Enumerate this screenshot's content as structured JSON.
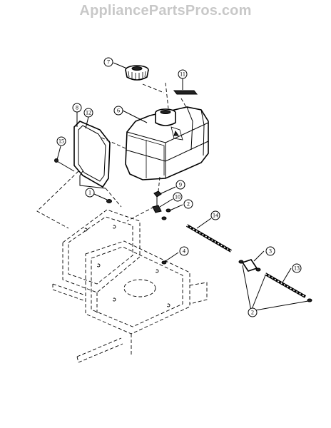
{
  "watermark": "AppliancePartsPros.com",
  "callouts": [
    {
      "label": "7"
    },
    {
      "label": "11"
    },
    {
      "label": "8"
    },
    {
      "label": "12"
    },
    {
      "label": "6"
    },
    {
      "label": "15"
    },
    {
      "label": "9"
    },
    {
      "label": "10"
    },
    {
      "label": "1"
    },
    {
      "label": "2"
    },
    {
      "label": "14"
    },
    {
      "label": "4"
    },
    {
      "label": "3"
    },
    {
      "label": "13"
    },
    {
      "label": "2"
    }
  ]
}
